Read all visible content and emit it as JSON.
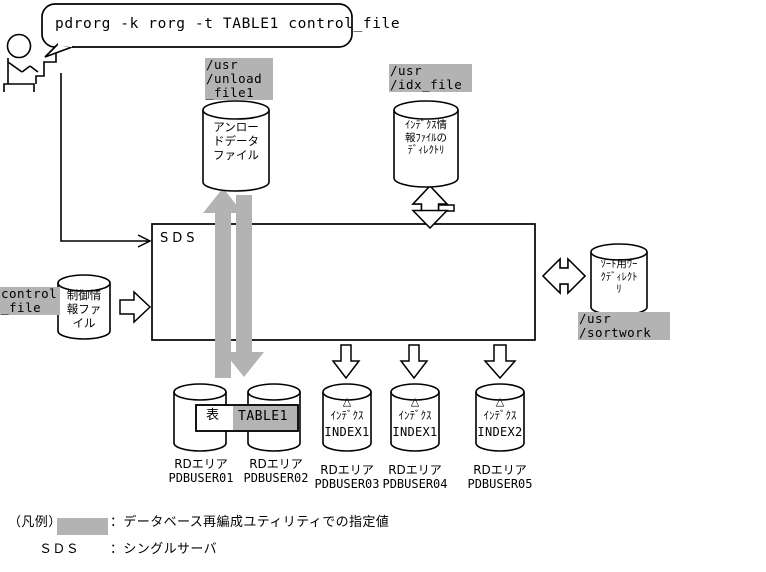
{
  "command_balloon": {
    "text": "pdrorg -k rorg -t TABLE1 control_file"
  },
  "actor": {
    "name": "operator-at-terminal"
  },
  "server_box": {
    "label": "SDS"
  },
  "files": {
    "unload": {
      "path_label": "/usr\n/unload\n_file1",
      "cylinder_text": "アンロー\nドデータ\nファイル"
    },
    "index_dir": {
      "path_label": "/usr\n/idx_file",
      "cylinder_text": "ｲﾝﾃﾞｸｽ情\n報ﾌｧｲﾙの\nﾃﾞｨﾚｸﾄﾘ"
    },
    "control": {
      "path_label": "control\n_file",
      "cylinder_text": "制御情\n報ファ\nイル"
    },
    "sortwork": {
      "path_label": "/usr\n/sortwork",
      "cylinder_text": "ｿｰﾄ用ﾜｰ\nｸﾃﾞｨﾚｸﾄ\nﾘ"
    }
  },
  "table_group": {
    "jp_label": "表",
    "table_name": "TABLE1",
    "areas": [
      {
        "area_label": "RDエリア",
        "area_name": "PDBUSER01"
      },
      {
        "area_label": "RDエリア",
        "area_name": "PDBUSER02"
      }
    ]
  },
  "indexes": [
    {
      "marker": "△",
      "kind": "ｲﾝﾃﾞｸｽ",
      "name": "INDEX1",
      "area_label": "RDエリア",
      "area_name": "PDBUSER03"
    },
    {
      "marker": "△",
      "kind": "ｲﾝﾃﾞｸｽ",
      "name": "INDEX1",
      "area_label": "RDエリア",
      "area_name": "PDBUSER04"
    },
    {
      "marker": "△",
      "kind": "ｲﾝﾃﾞｸｽ",
      "name": "INDEX2",
      "area_label": "RDエリア",
      "area_name": "PDBUSER05"
    }
  ],
  "legend": {
    "title": "（凡例）",
    "swatch_note": "：データベース再編成ユティリティでの指定値",
    "abbrev_term": "ＳＤＳ",
    "abbrev_note": "：シングルサーバ"
  },
  "colors": {
    "gray_fill": "#b3b3b3",
    "line": "#000000",
    "background": "#ffffff"
  }
}
